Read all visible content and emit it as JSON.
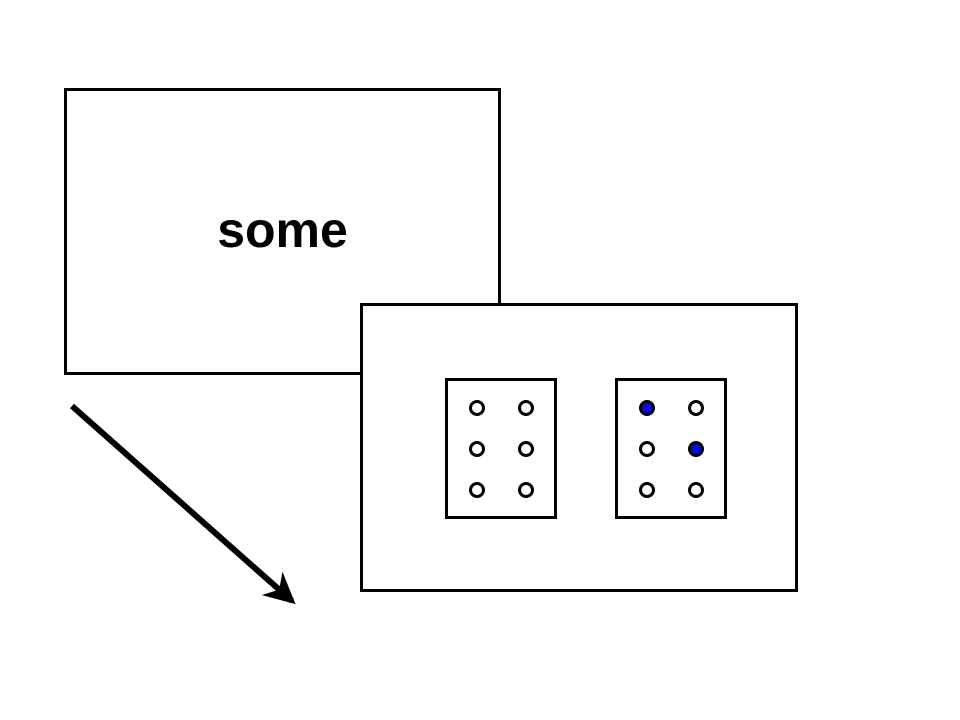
{
  "slide": {
    "background": "#ffffff"
  },
  "word_card": {
    "label": "some"
  },
  "dots_panel": {
    "cards": [
      {
        "id": "left",
        "rows": 3,
        "cols": 2,
        "pattern": [
          0,
          0,
          0,
          0,
          0,
          0
        ],
        "filled_count": 0
      },
      {
        "id": "right",
        "rows": 3,
        "cols": 2,
        "pattern": [
          1,
          0,
          0,
          1,
          0,
          0
        ],
        "filled_count": 2
      }
    ]
  },
  "colors": {
    "outline": "#000000",
    "text": "#000000",
    "dot_filled_fill": "#0a0ae8",
    "dot_empty_fill": "#ffffff",
    "arrow": "#000000"
  }
}
